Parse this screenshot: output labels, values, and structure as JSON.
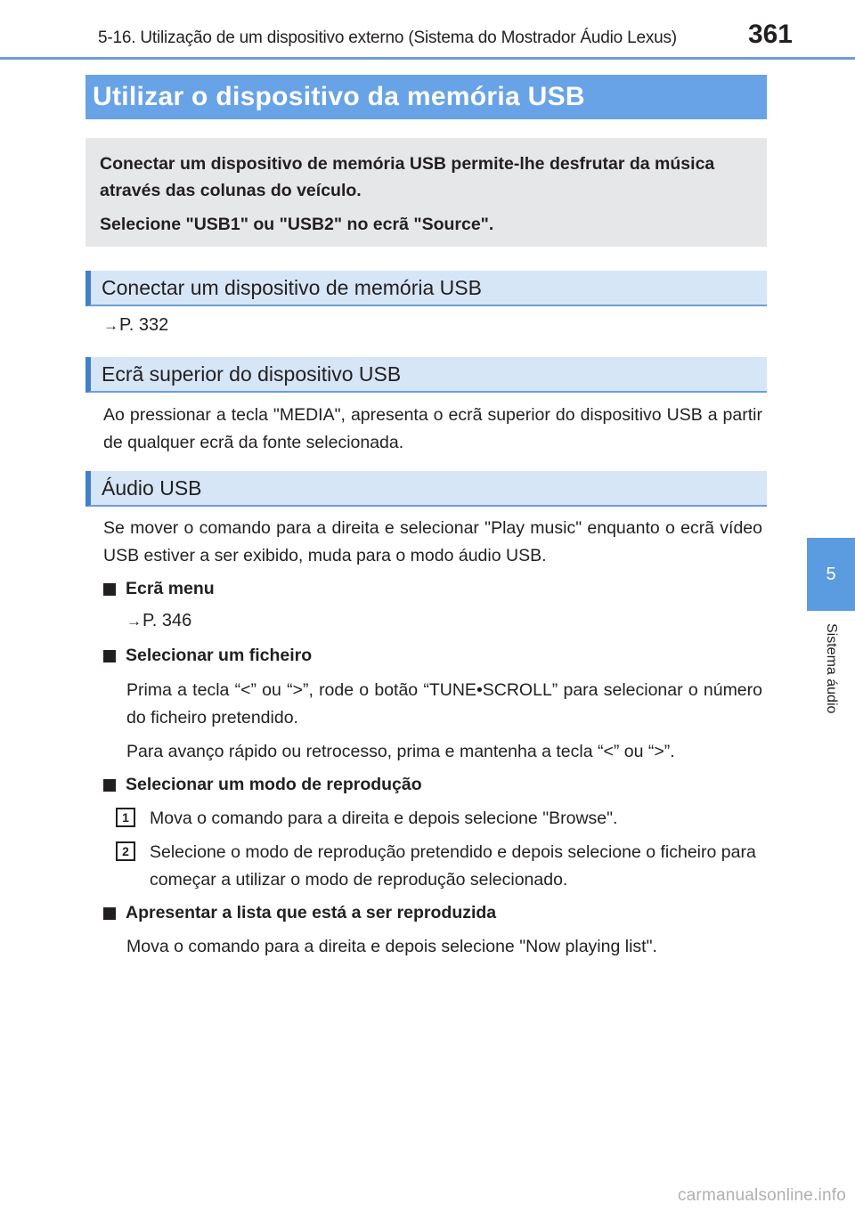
{
  "header": {
    "title": "5-16. Utilização de um dispositivo externo (Sistema do Mostrador Áudio Lexus)",
    "page_number": "361"
  },
  "side_tab": {
    "number": "5",
    "label": "Sistema áudio"
  },
  "section": {
    "title": "Utilizar o dispositivo da memória USB"
  },
  "intro": {
    "line1": "Conectar um dispositivo de memória USB permite-lhe desfrutar da música através das colunas do veículo.",
    "line2": "Selecione \"USB1\" ou \"USB2\" no ecrã \"Source\"."
  },
  "connect": {
    "heading": "Conectar um dispositivo de memória USB",
    "arrow": "→",
    "ref": "P. 332"
  },
  "top_screen": {
    "heading": "Ecrã superior do dispositivo USB",
    "text": "Ao pressionar a tecla \"MEDIA\", apresenta o ecrã superior do dispositivo USB a partir de qualquer ecrã da fonte selecionada."
  },
  "audio": {
    "heading": "Áudio USB",
    "text": "Se mover o comando para a direita e selecionar \"Play music\" enquanto o ecrã vídeo USB estiver a ser exibido, muda para o modo áudio USB.",
    "menu": {
      "title": "Ecrã menu",
      "arrow": "→",
      "ref": "P. 346"
    },
    "select_file": {
      "title": "Selecionar um ficheiro",
      "text1": "Prima a tecla “<” ou “>”, rode o botão “TUNE•SCROLL” para selecionar o número do ficheiro pretendido.",
      "text2": "Para avanço rápido ou retrocesso, prima e mantenha a tecla “<” ou “>”."
    },
    "play_mode": {
      "title": "Selecionar um modo de reprodução",
      "steps": [
        {
          "num": "1",
          "text": "Mova o comando para a direita e depois selecione \"Browse\"."
        },
        {
          "num": "2",
          "text": "Selecione o modo de reprodução pretendido e depois selecione o ficheiro para começar a utilizar o modo de reprodução selecionado."
        }
      ]
    },
    "now_playing": {
      "title": "Apresentar a lista que está a ser reproduzida",
      "text": "Mova o comando para a direita e depois selecione \"Now playing list\"."
    }
  },
  "watermark": "carmanualsonline.info"
}
